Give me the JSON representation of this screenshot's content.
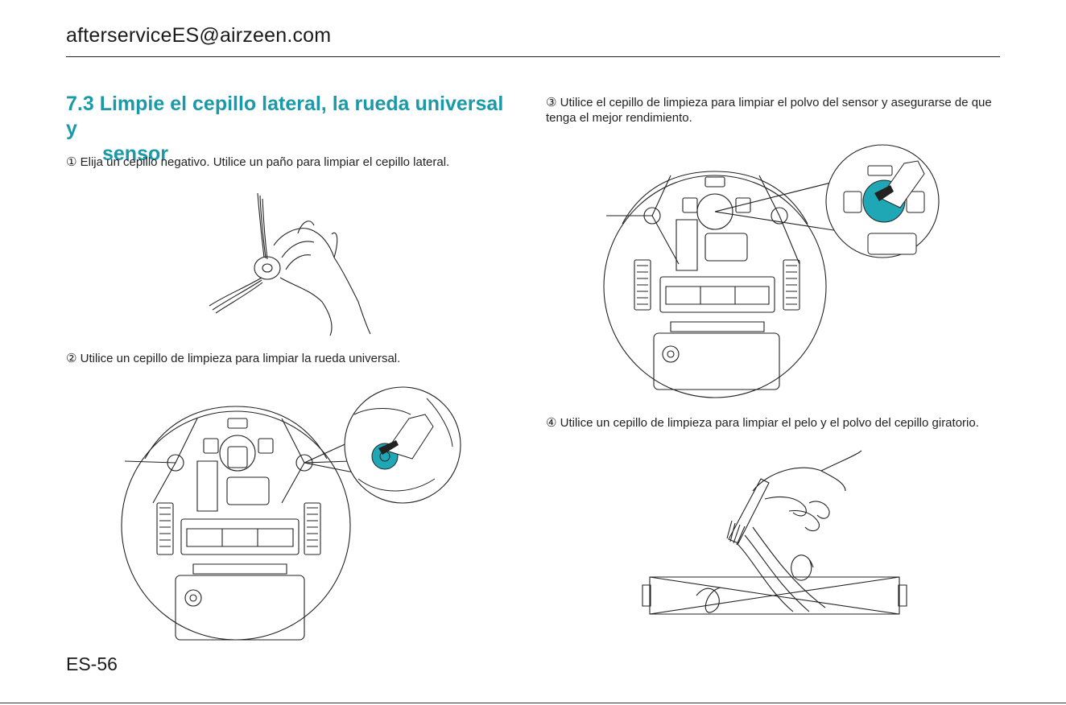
{
  "header": {
    "email": "afterserviceES@airzeen.com"
  },
  "section": {
    "title_line1": "7.3 Limpie el cepillo lateral, la rueda universal y",
    "title_line2": "sensor"
  },
  "steps": [
    {
      "text": "① Elija un cepillo negativo. Utilice un paño para limpiar el cepillo lateral."
    },
    {
      "text": "② Utilice un cepillo de limpieza para limpiar la rueda universal."
    },
    {
      "text": "③ Utilice el cepillo de limpieza para limpiar el polvo del sensor y asegurarse de que tenga el mejor rendimiento."
    },
    {
      "text": "④ Utilice un cepillo de limpieza para limpiar el pelo y el polvo del cepillo giratorio."
    }
  ],
  "footer": {
    "page": "ES-56"
  },
  "colors": {
    "accent": "#1a9aa8",
    "highlight": "#1fa7b6",
    "line": "#333333"
  }
}
